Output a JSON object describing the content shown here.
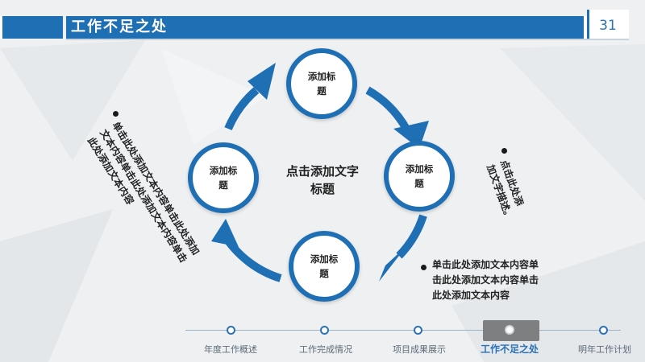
{
  "header": {
    "title": "工作不足之处",
    "page_number": "31"
  },
  "colors": {
    "accent": "#1f6fb5",
    "background": "#eef0f2"
  },
  "diagram": {
    "center_title_line1": "点击添加文字",
    "center_title_line2": "标题",
    "nodes": [
      {
        "position": "top",
        "label": "添加标题"
      },
      {
        "position": "right",
        "label": "添加标题"
      },
      {
        "position": "bottom",
        "label": "添加标题"
      },
      {
        "position": "left",
        "label": "添加标题"
      }
    ]
  },
  "notes": {
    "left": {
      "lines": [
        "单击此处添加文本内容单击此处添加",
        "文本内容单击此处添加文本内容单击",
        "此处添加文本内容"
      ]
    },
    "right": {
      "lines": [
        "点击此处添",
        "加文字描述。"
      ]
    },
    "bottom_right": {
      "lines": [
        "单击此处添加文本内容单",
        "击此处添加文本内容单击",
        "此处添加文本内容"
      ]
    }
  },
  "nav": {
    "items": [
      {
        "label": "年度工作概述",
        "active": false
      },
      {
        "label": "工作完成情况",
        "active": false
      },
      {
        "label": "项目成果展示",
        "active": false
      },
      {
        "label": "工作不足之处",
        "active": true
      },
      {
        "label": "明年工作计划",
        "active": false
      }
    ]
  }
}
